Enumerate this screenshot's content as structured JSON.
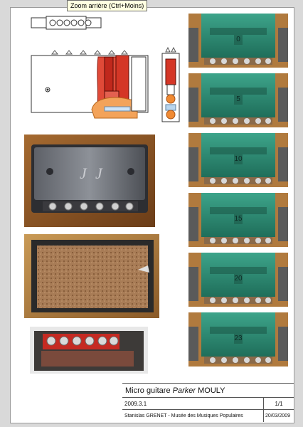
{
  "tooltip": "Zoom arrière (Ctrl+Moins)",
  "plates": [
    {
      "label": "0"
    },
    {
      "label": "5"
    },
    {
      "label": "10"
    },
    {
      "label": "15"
    },
    {
      "label": "20"
    },
    {
      "label": "23"
    }
  ],
  "titleblock": {
    "title_prefix": "Micro guitare ",
    "title_italic": "Parker",
    "title_suffix": " MOULY",
    "reference": "2009.3.1",
    "page": "1/1",
    "author": "Stanislas GRENET - Musée des Musiques Populaires",
    "date": "20/03/2009"
  },
  "colors": {
    "plate_green": "#2e8a72",
    "pickup_red": "#d83a2a",
    "wood": "#b98545"
  }
}
